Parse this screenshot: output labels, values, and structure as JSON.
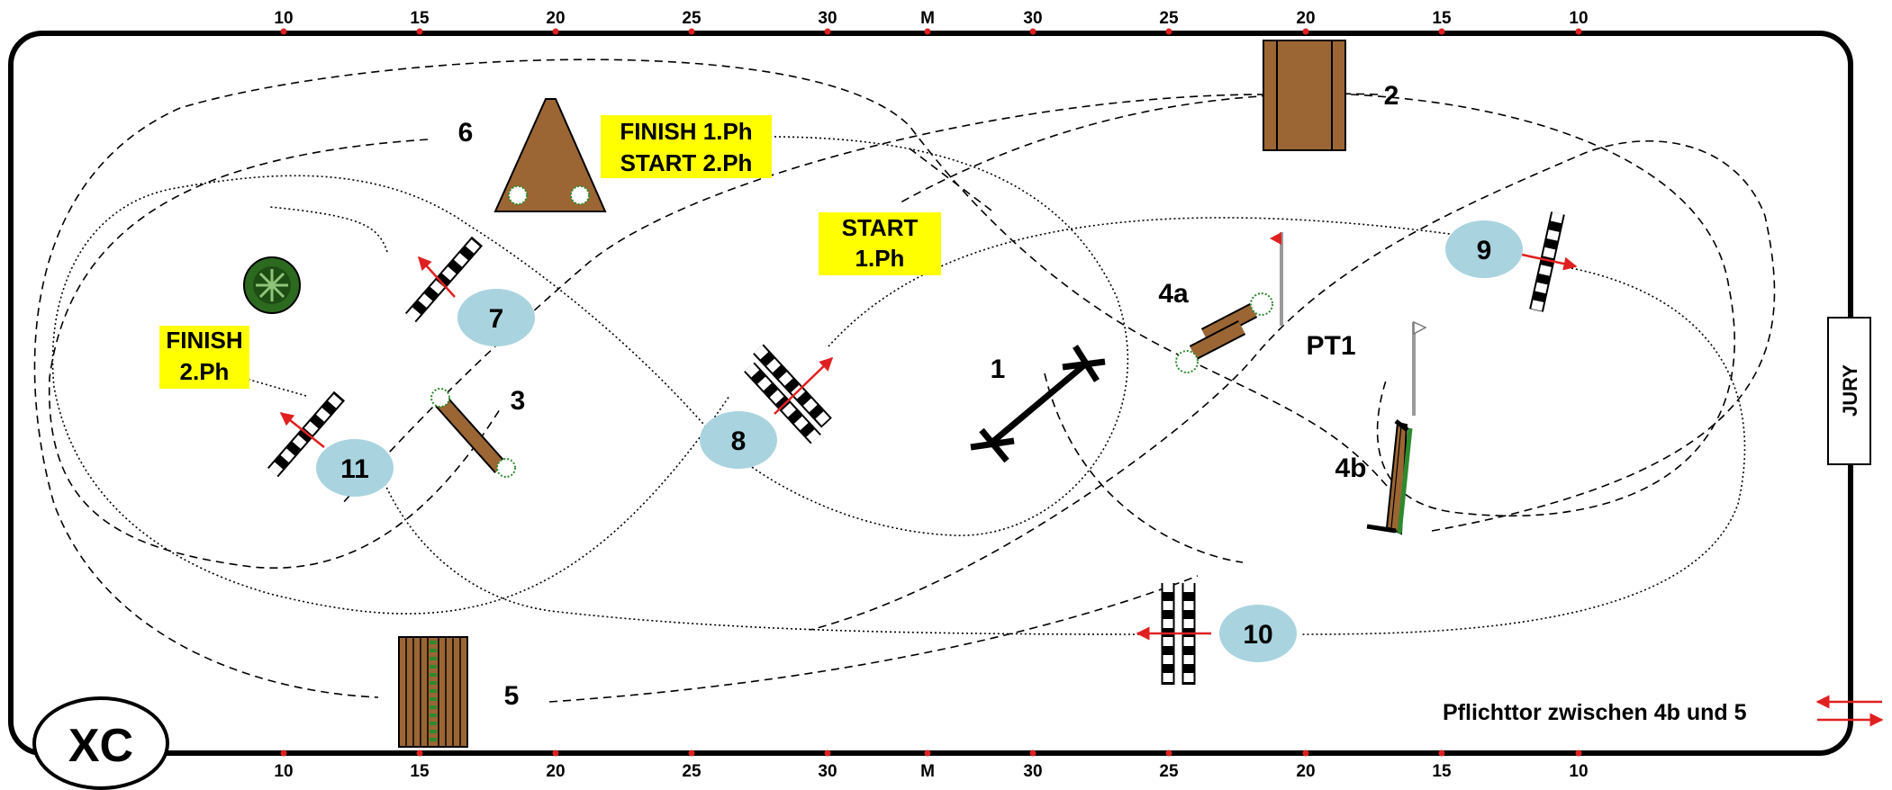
{
  "arena": {
    "logo": "XC",
    "jury": "JURY",
    "note": "Pflichttor zwischen 4b und 5",
    "top_ticks": [
      "10",
      "15",
      "20",
      "25",
      "30",
      "M",
      "30",
      "25",
      "20",
      "15",
      "10"
    ],
    "bottom_ticks": [
      "10",
      "15",
      "20",
      "25",
      "30",
      "M",
      "30",
      "25",
      "20",
      "15",
      "10"
    ]
  },
  "labels": {
    "start_phase1": [
      "START",
      "1.Ph"
    ],
    "finish_start": [
      "FINISH 1.Ph",
      "START 2.Ph"
    ],
    "finish_phase2": [
      "FINISH",
      "2.Ph"
    ],
    "pt1": "PT1"
  },
  "obstacles": {
    "phase1": [
      "1",
      "2",
      "3",
      "4a",
      "4b",
      "5",
      "6"
    ],
    "phase2": [
      "7",
      "8",
      "9",
      "10",
      "11"
    ]
  },
  "colors": {
    "ground": "#ffffff",
    "border": "#000000",
    "wood": "#9b6634",
    "oval": "#a9d4df",
    "yellow": "#ffff00",
    "flag_red": "#e02020",
    "arrow": "#e02020",
    "hedge_green": "#2d8a2d",
    "tree": "#2c6a1f",
    "tick": "#e02020"
  }
}
